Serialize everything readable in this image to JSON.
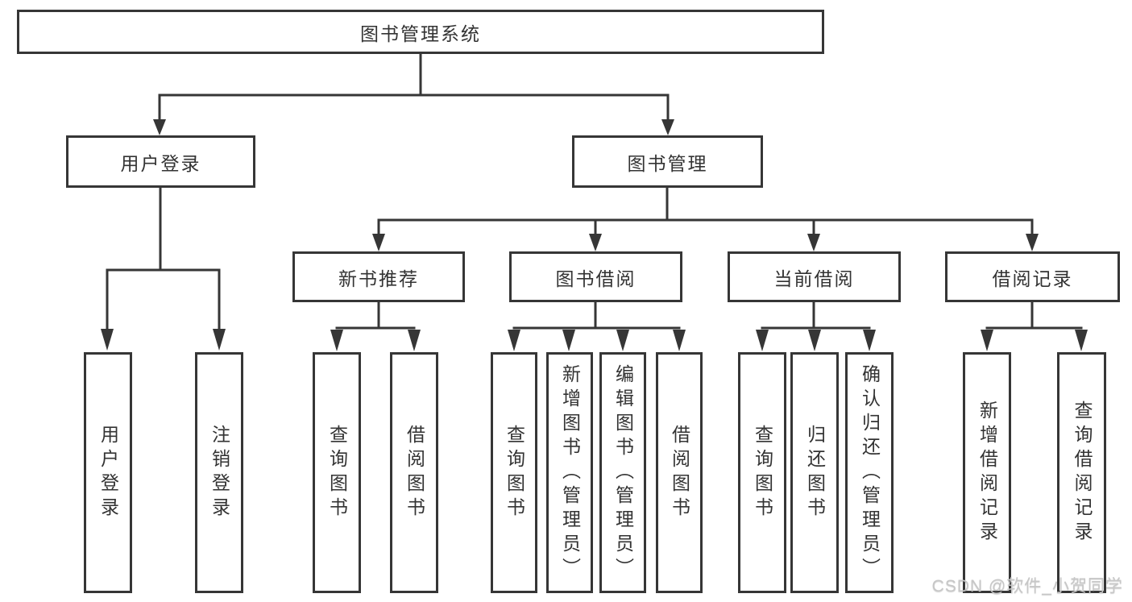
{
  "diagram": {
    "root": "图书管理系统",
    "branches": {
      "user_login": {
        "label": "用户登录",
        "children": {
          "login": "用户登录",
          "logout": "注销登录"
        }
      },
      "book_mgmt": {
        "label": "图书管理",
        "sections": {
          "new_book": {
            "label": "新书推荐",
            "children": {
              "query_book": "查询图书",
              "borrow_book": "借阅图书"
            }
          },
          "borrowing": {
            "label": "图书借阅",
            "children": {
              "query_book": "查询图书",
              "add_book": "新增图书（管理员）",
              "edit_book": "编辑图书（管理员）",
              "borrow_book": "借阅图书"
            }
          },
          "current": {
            "label": "当前借阅",
            "children": {
              "query_book": "查询图书",
              "return_book": "归还图书",
              "confirm_return": "确认归还（管理员）"
            }
          },
          "records": {
            "label": "借阅记录",
            "children": {
              "add_record": "新增借阅记录",
              "query_record": "查询借阅记录"
            }
          }
        }
      }
    }
  },
  "watermark": "CSDN @软件_小贺同学",
  "colors": {
    "line": "#363636",
    "box_border": "#363636",
    "text": "#333333",
    "watermark": "#c7c7c7",
    "background": "#ffffff"
  }
}
